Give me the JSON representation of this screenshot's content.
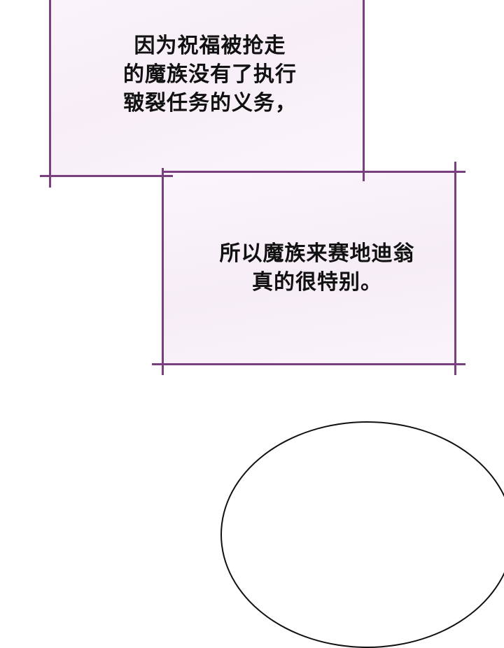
{
  "panels": [
    {
      "lines": [
        "因为祝福被抢走",
        "的魔族没有了执行",
        "皲裂任务的义务，"
      ]
    },
    {
      "lines": [
        "所以魔族来赛地迪翁",
        "真的很特别。"
      ]
    }
  ],
  "colors": {
    "border": "#7a3f7e",
    "panel_fill": "#f7eef7",
    "text": "#111111",
    "bubble_outline": "#111111"
  }
}
